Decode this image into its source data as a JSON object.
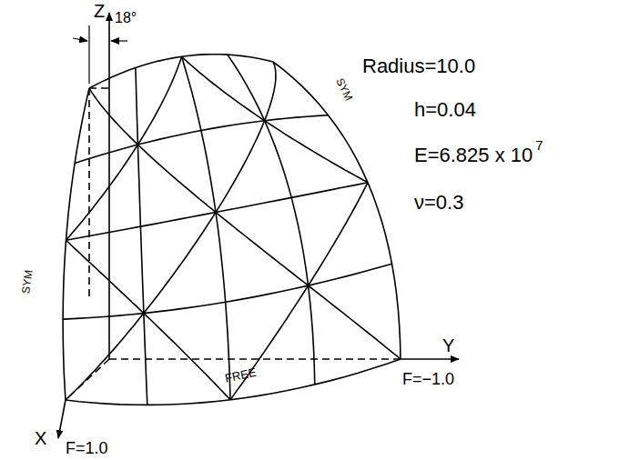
{
  "diagram": {
    "labels": [
      "Z",
      "18°",
      "Radius=10.0",
      "h=0.04",
      "E=6.825 x 10",
      "7",
      "ν=0.3",
      "SYM",
      "SYM",
      "FREE",
      "Y",
      "F=−1.0",
      "X",
      "F=1.0"
    ]
  }
}
